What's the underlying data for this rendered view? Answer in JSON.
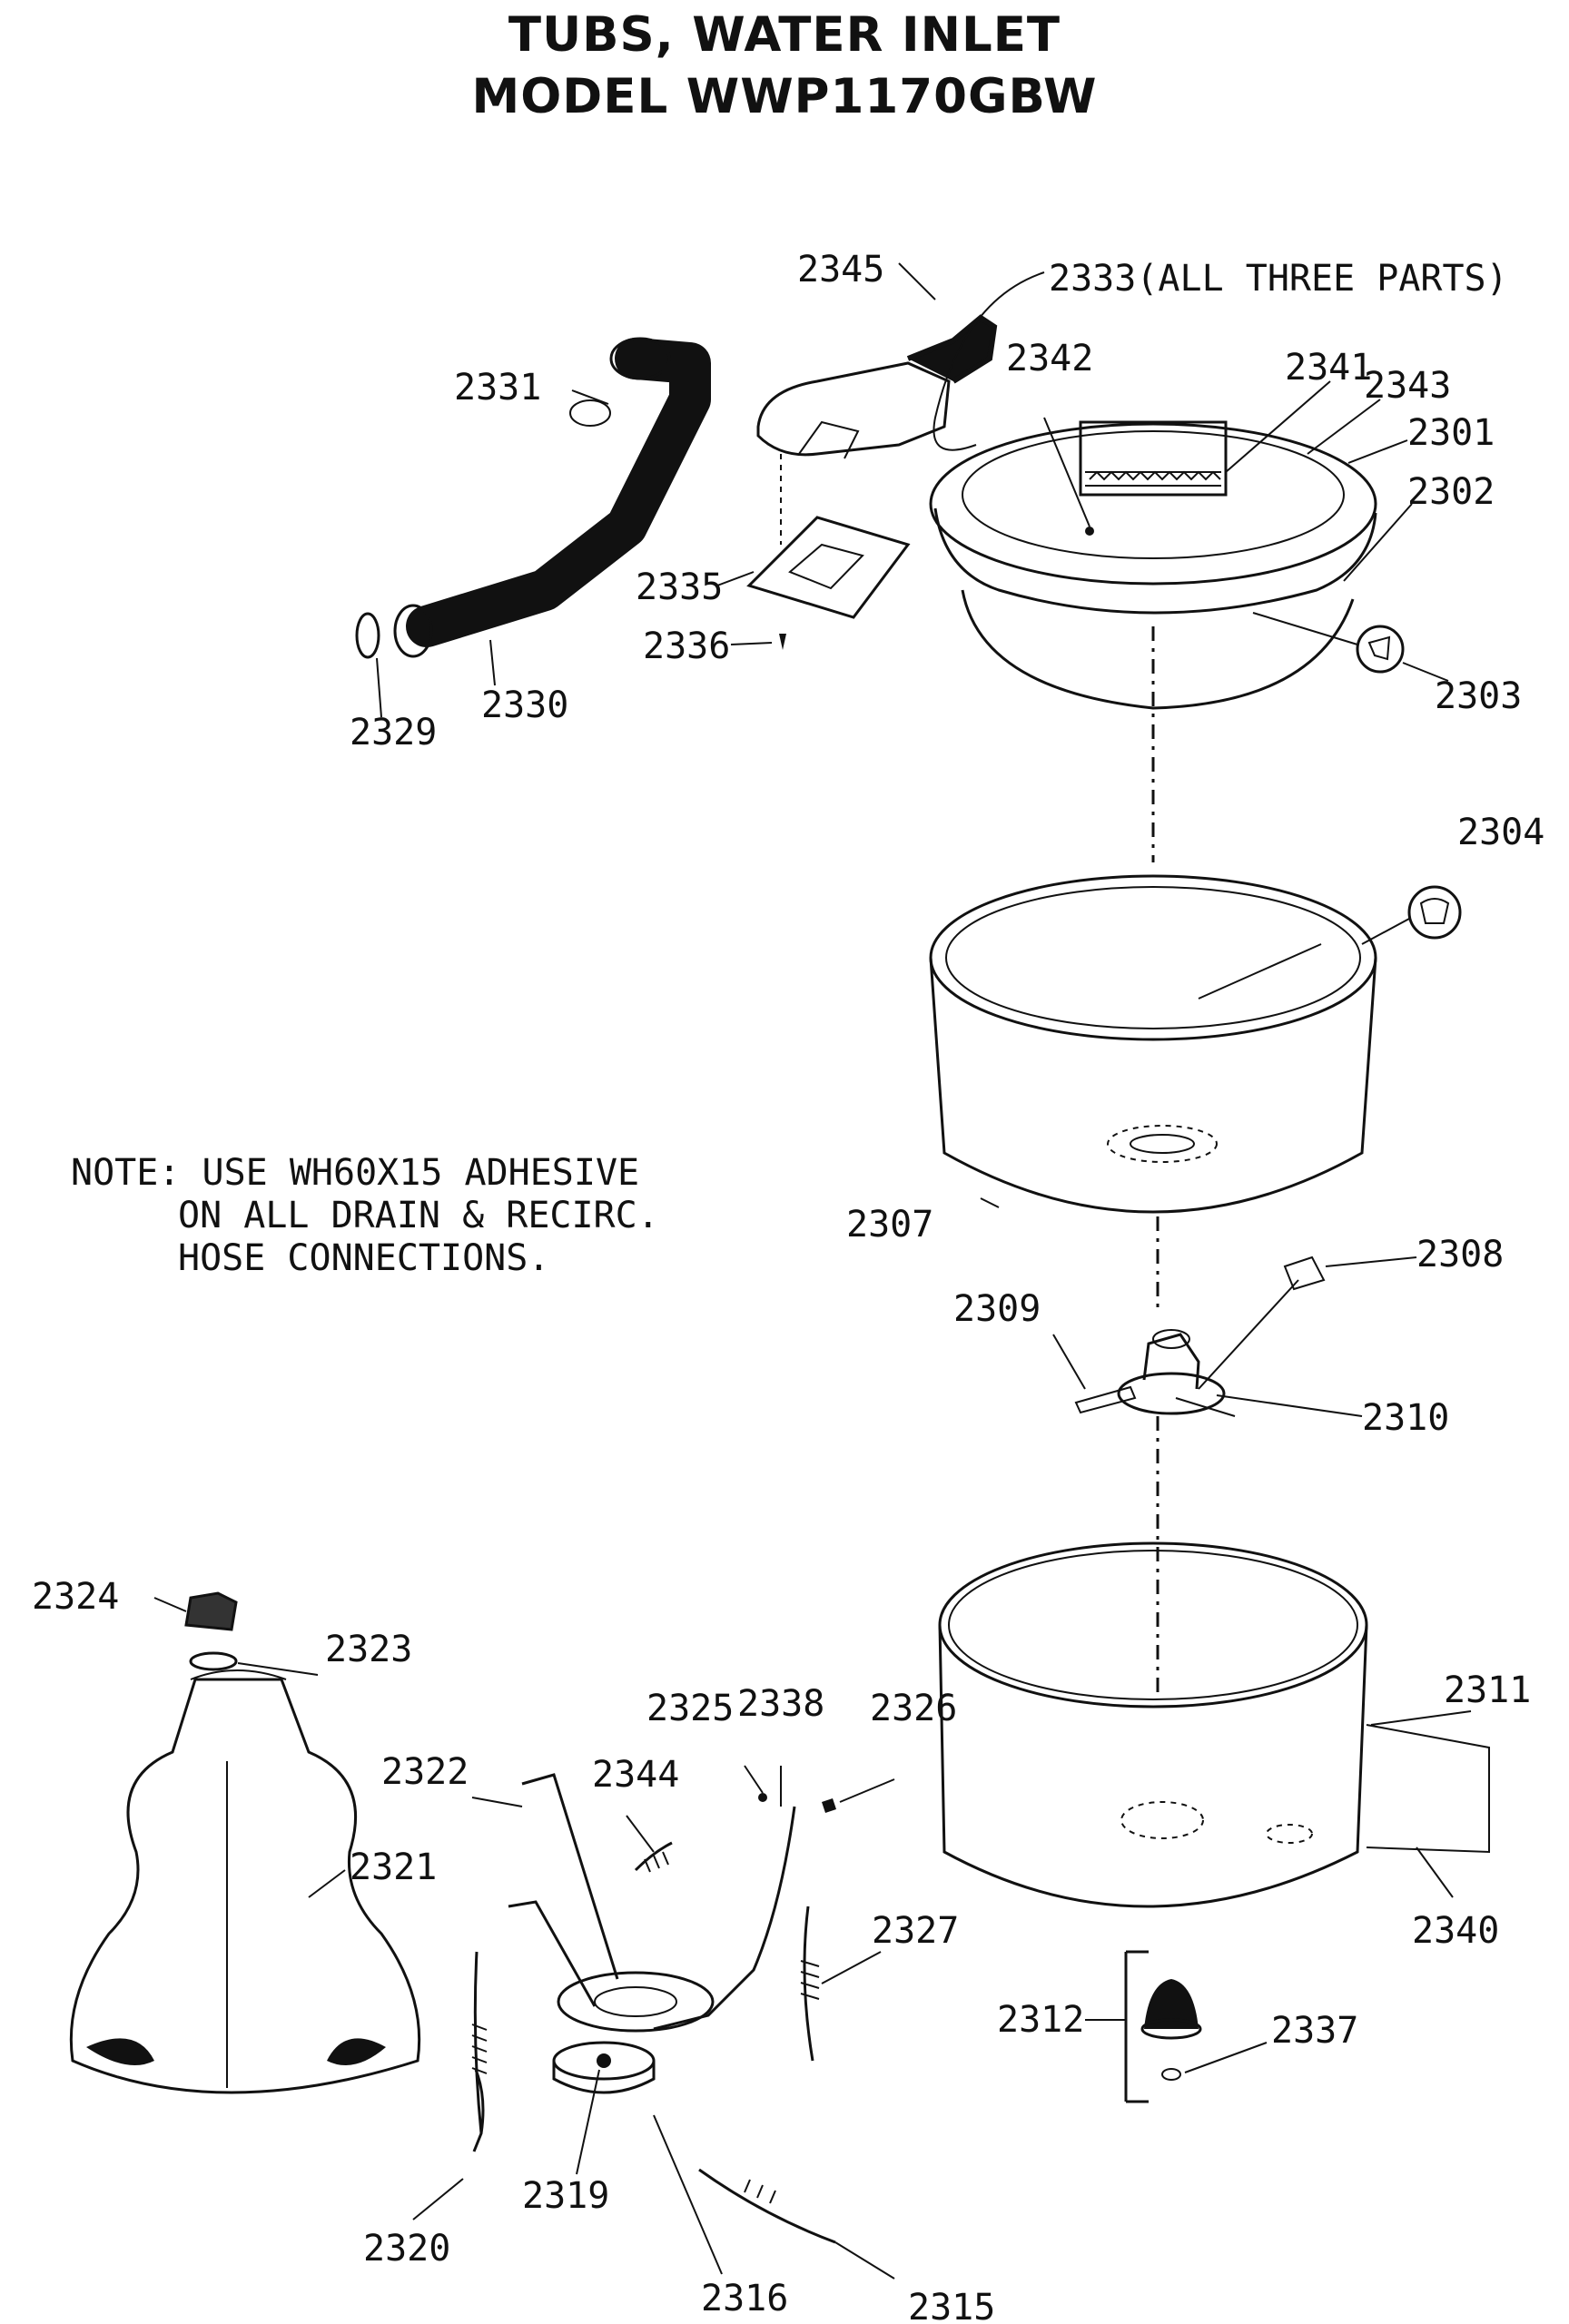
{
  "title": {
    "line1": "TUBS, WATER INLET",
    "line2": "MODEL WWP1170GBW"
  },
  "note": {
    "line1": "NOTE: USE WH60X15 ADHESIVE",
    "line2": "ON ALL DRAIN & RECIRC.",
    "line3": "HOSE CONNECTIONS."
  },
  "parts": {
    "p2345": "2345",
    "p2333": "2333(ALL THREE PARTS)",
    "p2342": "2342",
    "p2341": "2341",
    "p2343": "2343",
    "p2301": "2301",
    "p2302": "2302",
    "p2303": "2303",
    "p2331": "2331",
    "p2335": "2335",
    "p2336": "2336",
    "p2329": "2329",
    "p2330": "2330",
    "p2304": "2304",
    "p2307": "2307",
    "p2308": "2308",
    "p2309": "2309",
    "p2310": "2310",
    "p2324": "2324",
    "p2323": "2323",
    "p2325": "2325",
    "p2338": "2338",
    "p2326": "2326",
    "p2311": "2311",
    "p2322": "2322",
    "p2344": "2344",
    "p2321": "2321",
    "p2327": "2327",
    "p2340": "2340",
    "p2312": "2312",
    "p2337": "2337",
    "p2319": "2319",
    "p2320": "2320",
    "p2316": "2316",
    "p2315": "2315"
  }
}
